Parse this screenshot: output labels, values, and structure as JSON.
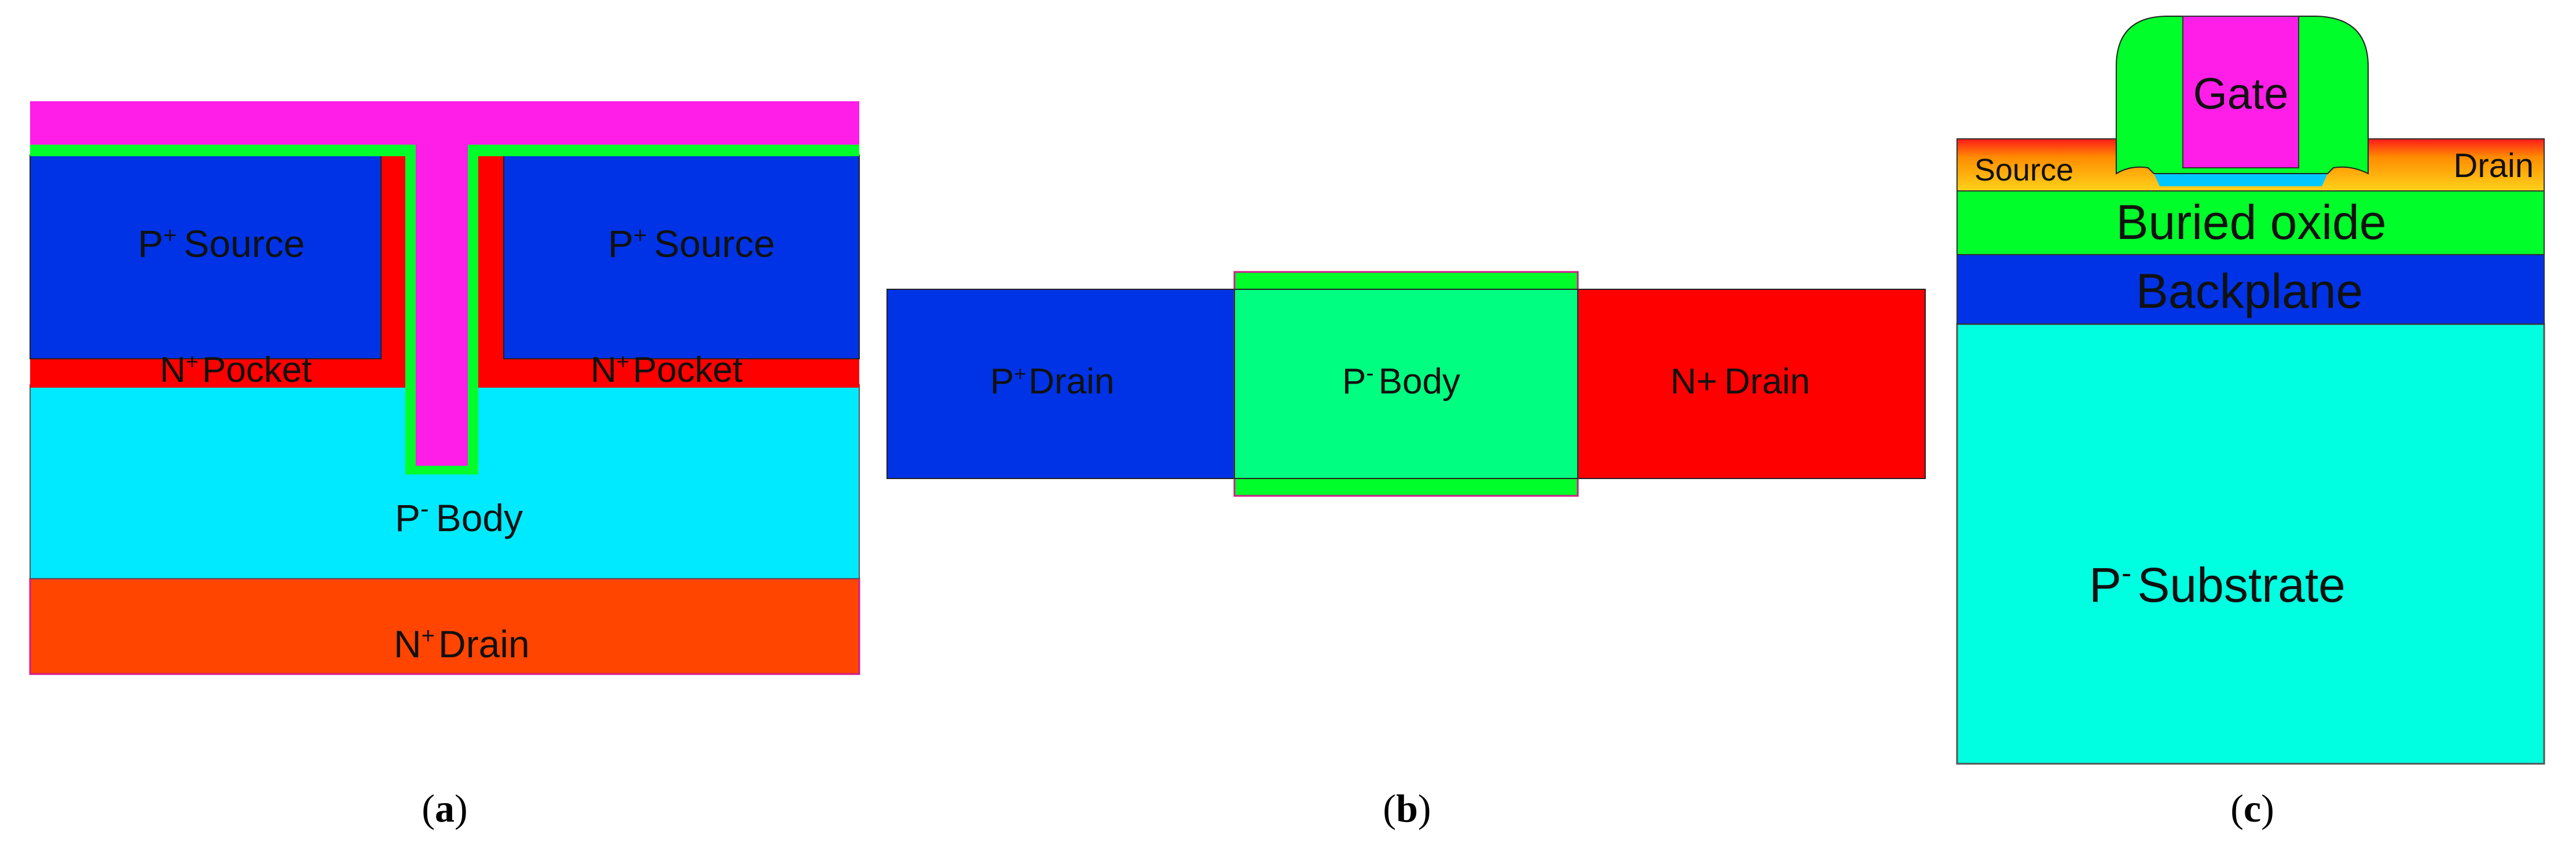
{
  "panels": {
    "a": {
      "caption_letter": "a",
      "labels": {
        "source_left_sup": "P",
        "source_left_sup_mark": "+",
        "source_left": "Source",
        "source_right_sup": "P",
        "source_right_sup_mark": "+",
        "source_right": "Source",
        "pocket_left_sup": "N",
        "pocket_left_sup_mark": "+",
        "pocket_left": "Pocket",
        "pocket_right_sup": "N",
        "pocket_right_sup_mark": "+",
        "pocket_right": "Pocket",
        "body_base": "P",
        "body_mark": "-",
        "body": "Body",
        "drain_base": "N",
        "drain_mark": "+",
        "drain": "Drain"
      }
    },
    "b": {
      "caption_letter": "b",
      "labels": {
        "left_base": "P",
        "left_mark": "+",
        "left": "Drain",
        "body_base": "P",
        "body_mark": "-",
        "body": "Body",
        "right_base": "N+",
        "right": "Drain"
      }
    },
    "c": {
      "caption_letter": "c",
      "labels": {
        "gate": "Gate",
        "source": "Source",
        "drain": "Drain",
        "box": "Buried oxide",
        "backplane": "Backplane",
        "substrate_base": "P",
        "substrate_mark": "-",
        "substrate": "Substrate"
      }
    }
  },
  "colors": {
    "magenta": "#ff1ee8",
    "green": "#00ff2a",
    "blue": "#0033e6",
    "red": "#ff0000",
    "cyan": "#00eaff",
    "orange": "#ff4500",
    "mint": "#00ff80",
    "teal": "#00ffe0",
    "yellow": "#ffd21a"
  }
}
